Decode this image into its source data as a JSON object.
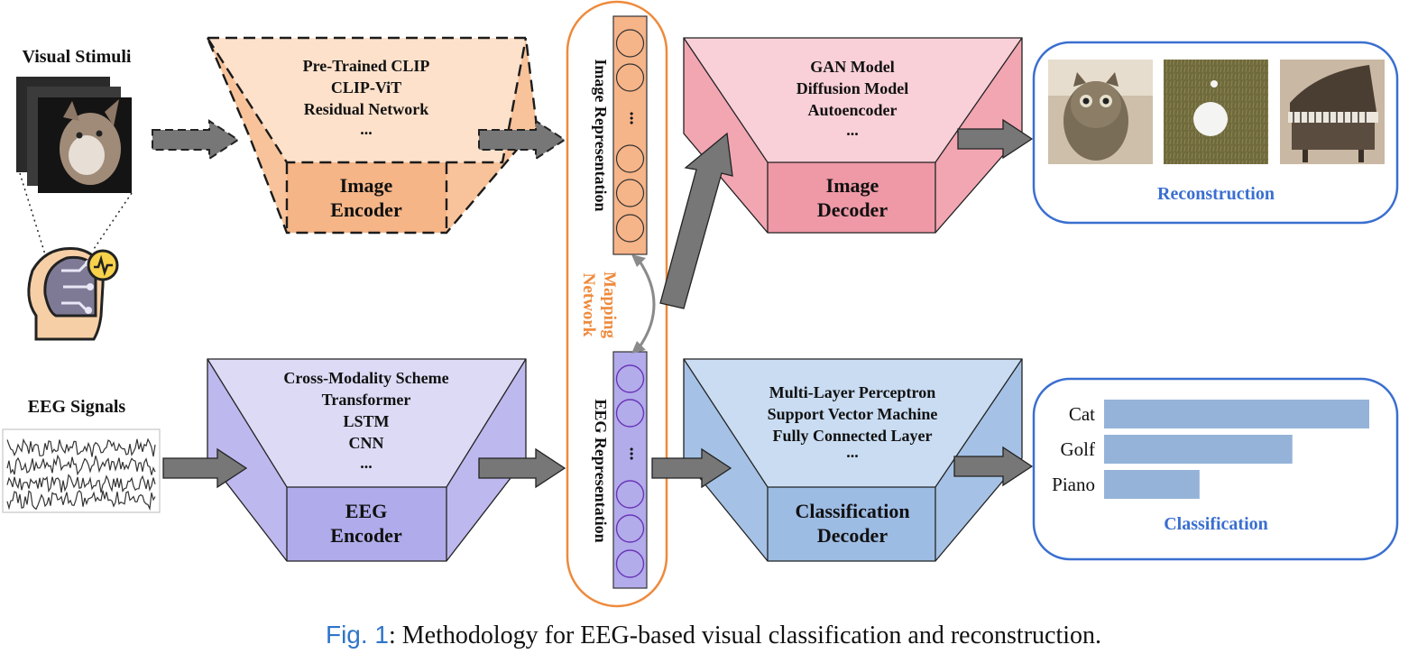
{
  "inputs": {
    "visual_title": "Visual Stimuli",
    "eeg_title": "EEG Signals"
  },
  "image_encoder": {
    "methods": [
      "Pre-Trained CLIP",
      "CLIP-ViT",
      "Residual Network",
      "..."
    ],
    "label_line1": "Image",
    "label_line2": "Encoder",
    "color_light": "#fde1cb",
    "color_mid": "#f8c39a",
    "color_dark": "#f5b587"
  },
  "eeg_encoder": {
    "methods": [
      "Cross-Modality Scheme",
      "Transformer",
      "LSTM",
      "CNN",
      "..."
    ],
    "label_line1": "EEG",
    "label_line2": "Encoder",
    "color_light": "#dcdaf5",
    "color_mid": "#bdb8ee",
    "color_dark": "#b0abea"
  },
  "image_decoder": {
    "methods": [
      "GAN Model",
      "Diffusion Model",
      "Autoencoder",
      "..."
    ],
    "label_line1": "Image",
    "label_line2": "Decoder",
    "color_light": "#f9d0d8",
    "color_mid": "#f2a6b2",
    "color_dark": "#ef98a6"
  },
  "classification_decoder": {
    "methods": [
      "Multi-Layer Perceptron",
      "Support Vector Machine",
      "Fully Connected Layer",
      "..."
    ],
    "label_line1": "Classification",
    "label_line2": "Decoder",
    "color_light": "#c9dcf2",
    "color_mid": "#a5c2e6",
    "color_dark": "#9dbce4"
  },
  "mapping": {
    "image_representation": "Image Representation",
    "eeg_representation": "EEG Representation",
    "network_line1": "Mapping",
    "network_line2": "Network",
    "ellipsis": "...",
    "border_color": "#ee8a3c"
  },
  "reconstruction": {
    "title": "Reconstruction",
    "thumbnails": [
      "cat",
      "golf-ball",
      "piano"
    ],
    "border_color": "#3a6fd0"
  },
  "classification": {
    "title": "Classification",
    "categories": [
      "Cat",
      "Golf",
      "Piano"
    ],
    "values": [
      1.0,
      0.71,
      0.36
    ],
    "bar_color": "#95b3d9",
    "border_color": "#3a6fd0"
  },
  "caption": {
    "prefix": "Fig. 1",
    "text": ": Methodology for EEG-based visual classification and reconstruction."
  }
}
